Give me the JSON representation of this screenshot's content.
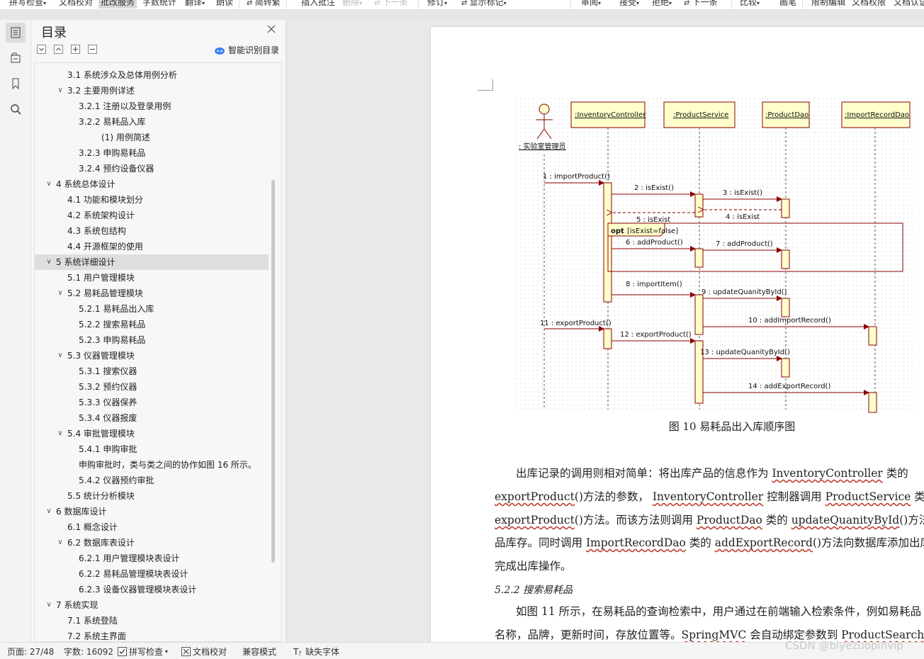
{
  "toolbar": {
    "items": [
      {
        "label": "拼写检查",
        "dropdown": true
      },
      {
        "label": "文档校对"
      },
      {
        "label": "批改服务",
        "active": true
      },
      {
        "label": "字数统计"
      },
      {
        "label": "翻译",
        "dropdown": true
      },
      {
        "label": "朗读"
      },
      {
        "label": "简转繁",
        "icon": "convert-icon"
      },
      {
        "label": "插入批注"
      },
      {
        "label": "删除",
        "dropdown": true,
        "disabled": true
      },
      {
        "label": "下一条",
        "icon": "next-comment-icon",
        "disabled": true
      },
      {
        "label": "修订",
        "dropdown": true
      },
      {
        "label": "显示标记",
        "dropdown": true,
        "icon": "markup-icon"
      },
      {
        "label": "审阅",
        "dropdown": true
      },
      {
        "label": "接受",
        "dropdown": true
      },
      {
        "label": "拒绝",
        "dropdown": true
      },
      {
        "label": "下一条",
        "icon": "next-change-icon"
      },
      {
        "label": "比较",
        "dropdown": true
      },
      {
        "label": "画笔"
      },
      {
        "label": "限制编辑"
      },
      {
        "label": "文档权限"
      },
      {
        "label": "文档认证"
      }
    ]
  },
  "toc": {
    "title": "目录",
    "smart_label": "智能识别目录",
    "items": [
      {
        "text": "3.1  系统涉众及总体用例分析",
        "level": 2
      },
      {
        "text": "3.2  主要用例详述",
        "level": 2,
        "expanded": true
      },
      {
        "text": "3.2.1  注册以及登录用例",
        "level": 3
      },
      {
        "text": "3.2.2  易耗品入库",
        "level": 3
      },
      {
        "text": "(1)  用例简述",
        "level": 4
      },
      {
        "text": "3.2.3  申购易耗品",
        "level": 3
      },
      {
        "text": "3.2.4  预约设备仪器",
        "level": 3
      },
      {
        "text": "4  系统总体设计",
        "level": 1,
        "expanded": true
      },
      {
        "text": "4.1  功能和模块划分",
        "level": 2
      },
      {
        "text": "4.2  系统架构设计",
        "level": 2
      },
      {
        "text": "4.3  系统包结构",
        "level": 2
      },
      {
        "text": "4.4  开源框架的使用",
        "level": 2
      },
      {
        "text": "5  系统详细设计",
        "level": 1,
        "expanded": true,
        "selected": true
      },
      {
        "text": "5.1  用户管理模块",
        "level": 2
      },
      {
        "text": "5.2  易耗品管理模块",
        "level": 2,
        "expanded": true
      },
      {
        "text": "5.2.1  易耗品出入库",
        "level": 3
      },
      {
        "text": "5.2.2  搜索易耗品",
        "level": 3
      },
      {
        "text": "5.2.3  申购易耗品",
        "level": 3
      },
      {
        "text": "5.3  仪器管理模块",
        "level": 2,
        "expanded": true
      },
      {
        "text": "5.3.1  搜索仪器",
        "level": 3
      },
      {
        "text": "5.3.2  预约仪器",
        "level": 3
      },
      {
        "text": "5.3.3  仪器保养",
        "level": 3
      },
      {
        "text": "5.3.4  仪器报废",
        "level": 3
      },
      {
        "text": "5.4  审批管理模块",
        "level": 2,
        "expanded": true
      },
      {
        "text": "5.4.1  申购审批",
        "level": 3
      },
      {
        "text": "申购审批时，类与类之间的协作如图 16 所示。",
        "level": 3
      },
      {
        "text": "5.4.2  仪器预约审批",
        "level": 3
      },
      {
        "text": "5.5  统计分析模块",
        "level": 2
      },
      {
        "text": "6  数据库设计",
        "level": 1,
        "expanded": true
      },
      {
        "text": "6.1  概念设计",
        "level": 2
      },
      {
        "text": "6.2  数据库表设计",
        "level": 2,
        "expanded": true
      },
      {
        "text": "6.2.1  用户管理模块表设计",
        "level": 3
      },
      {
        "text": "6.2.2  易耗品管理模块表设计",
        "level": 3
      },
      {
        "text": "6.2.3  设备仪器管理模块表设计",
        "level": 3
      },
      {
        "text": "7  系统实现",
        "level": 1,
        "expanded": true
      },
      {
        "text": "7.1  系统登陆",
        "level": 2
      },
      {
        "text": "7.2  系统主界面",
        "level": 2
      }
    ]
  },
  "diagram": {
    "actor": ": 实验室管理员",
    "lifelines": [
      ":InventoryController",
      ":ProductService",
      ":ProductDao",
      ":ImportRecordDao"
    ],
    "opt_label": "opt",
    "opt_guard": "[isExist=false]",
    "messages": [
      "1 : importProduct()",
      "2 : isExist()",
      "3 : isExist()",
      "4 : isExist",
      "5 : isExist",
      "6 : addProduct()",
      "7 : addProduct()",
      "8 : importItem()",
      "9 : updateQuanityById()",
      "10 : addImportRecord()",
      "11 : exportProduct()",
      "12 : exportProduct()",
      "13 : updateQuanityById()",
      "14 : addExportRecord()"
    ]
  },
  "document": {
    "caption": "图 10    易耗品出入库顺序图",
    "para1": [
      {
        "t": "出库记录的调用则相对简单：将出库产品的信息作为 "
      },
      {
        "t": "InventoryController",
        "u": true
      },
      {
        "t": " 类的"
      }
    ],
    "para2": [
      {
        "t": "exportProduct",
        "u": true
      },
      {
        "t": "()方法的参数， "
      },
      {
        "t": "InventoryController",
        "u": true
      },
      {
        "t": " 控制器调用 "
      },
      {
        "t": "ProductService",
        "u": true
      },
      {
        "t": " 类的"
      }
    ],
    "para3": [
      {
        "t": "exportProduct",
        "u": true
      },
      {
        "t": "()方法。而该方法则调用 "
      },
      {
        "t": "ProductDao",
        "u": true
      },
      {
        "t": " 类的 "
      },
      {
        "t": "updateQuanityById",
        "u": true
      },
      {
        "t": "()方法更新易耗"
      }
    ],
    "para4": [
      {
        "t": "品库存。同时调用 "
      },
      {
        "t": "ImportRecordDao",
        "u": true
      },
      {
        "t": " 类的 "
      },
      {
        "t": "addExportRecord",
        "u": true
      },
      {
        "t": "()方法向数据库添加出库记录，"
      }
    ],
    "para5": [
      {
        "t": "完成出库操作。"
      }
    ],
    "heading": "5.2.2  搜索易耗品",
    "para6": [
      {
        "t": "如图 11 所示，在易耗品的查询检索中，用户通过在前端输入检索条件，例如易耗品"
      }
    ],
    "para7": [
      {
        "t": "名称，品牌，更新时间，存放位置等。"
      },
      {
        "t": "SpringMVC",
        "u": true
      },
      {
        "t": " 会自动绑定参数到 "
      },
      {
        "t": "ProductSearchModel",
        "u": true
      }
    ]
  },
  "status": {
    "page": "页面: 27/48",
    "words": "字数: 16092",
    "spell": "拼写检查",
    "proof": "文档校对",
    "compat": "兼容模式",
    "missing_font": "缺失字体"
  },
  "watermark": "CSDN @biyezuopinvip",
  "colors": {
    "lifeline_fill": "#ffffcc",
    "lifeline_stroke": "#8b0000",
    "selected_row": "#dedede"
  }
}
